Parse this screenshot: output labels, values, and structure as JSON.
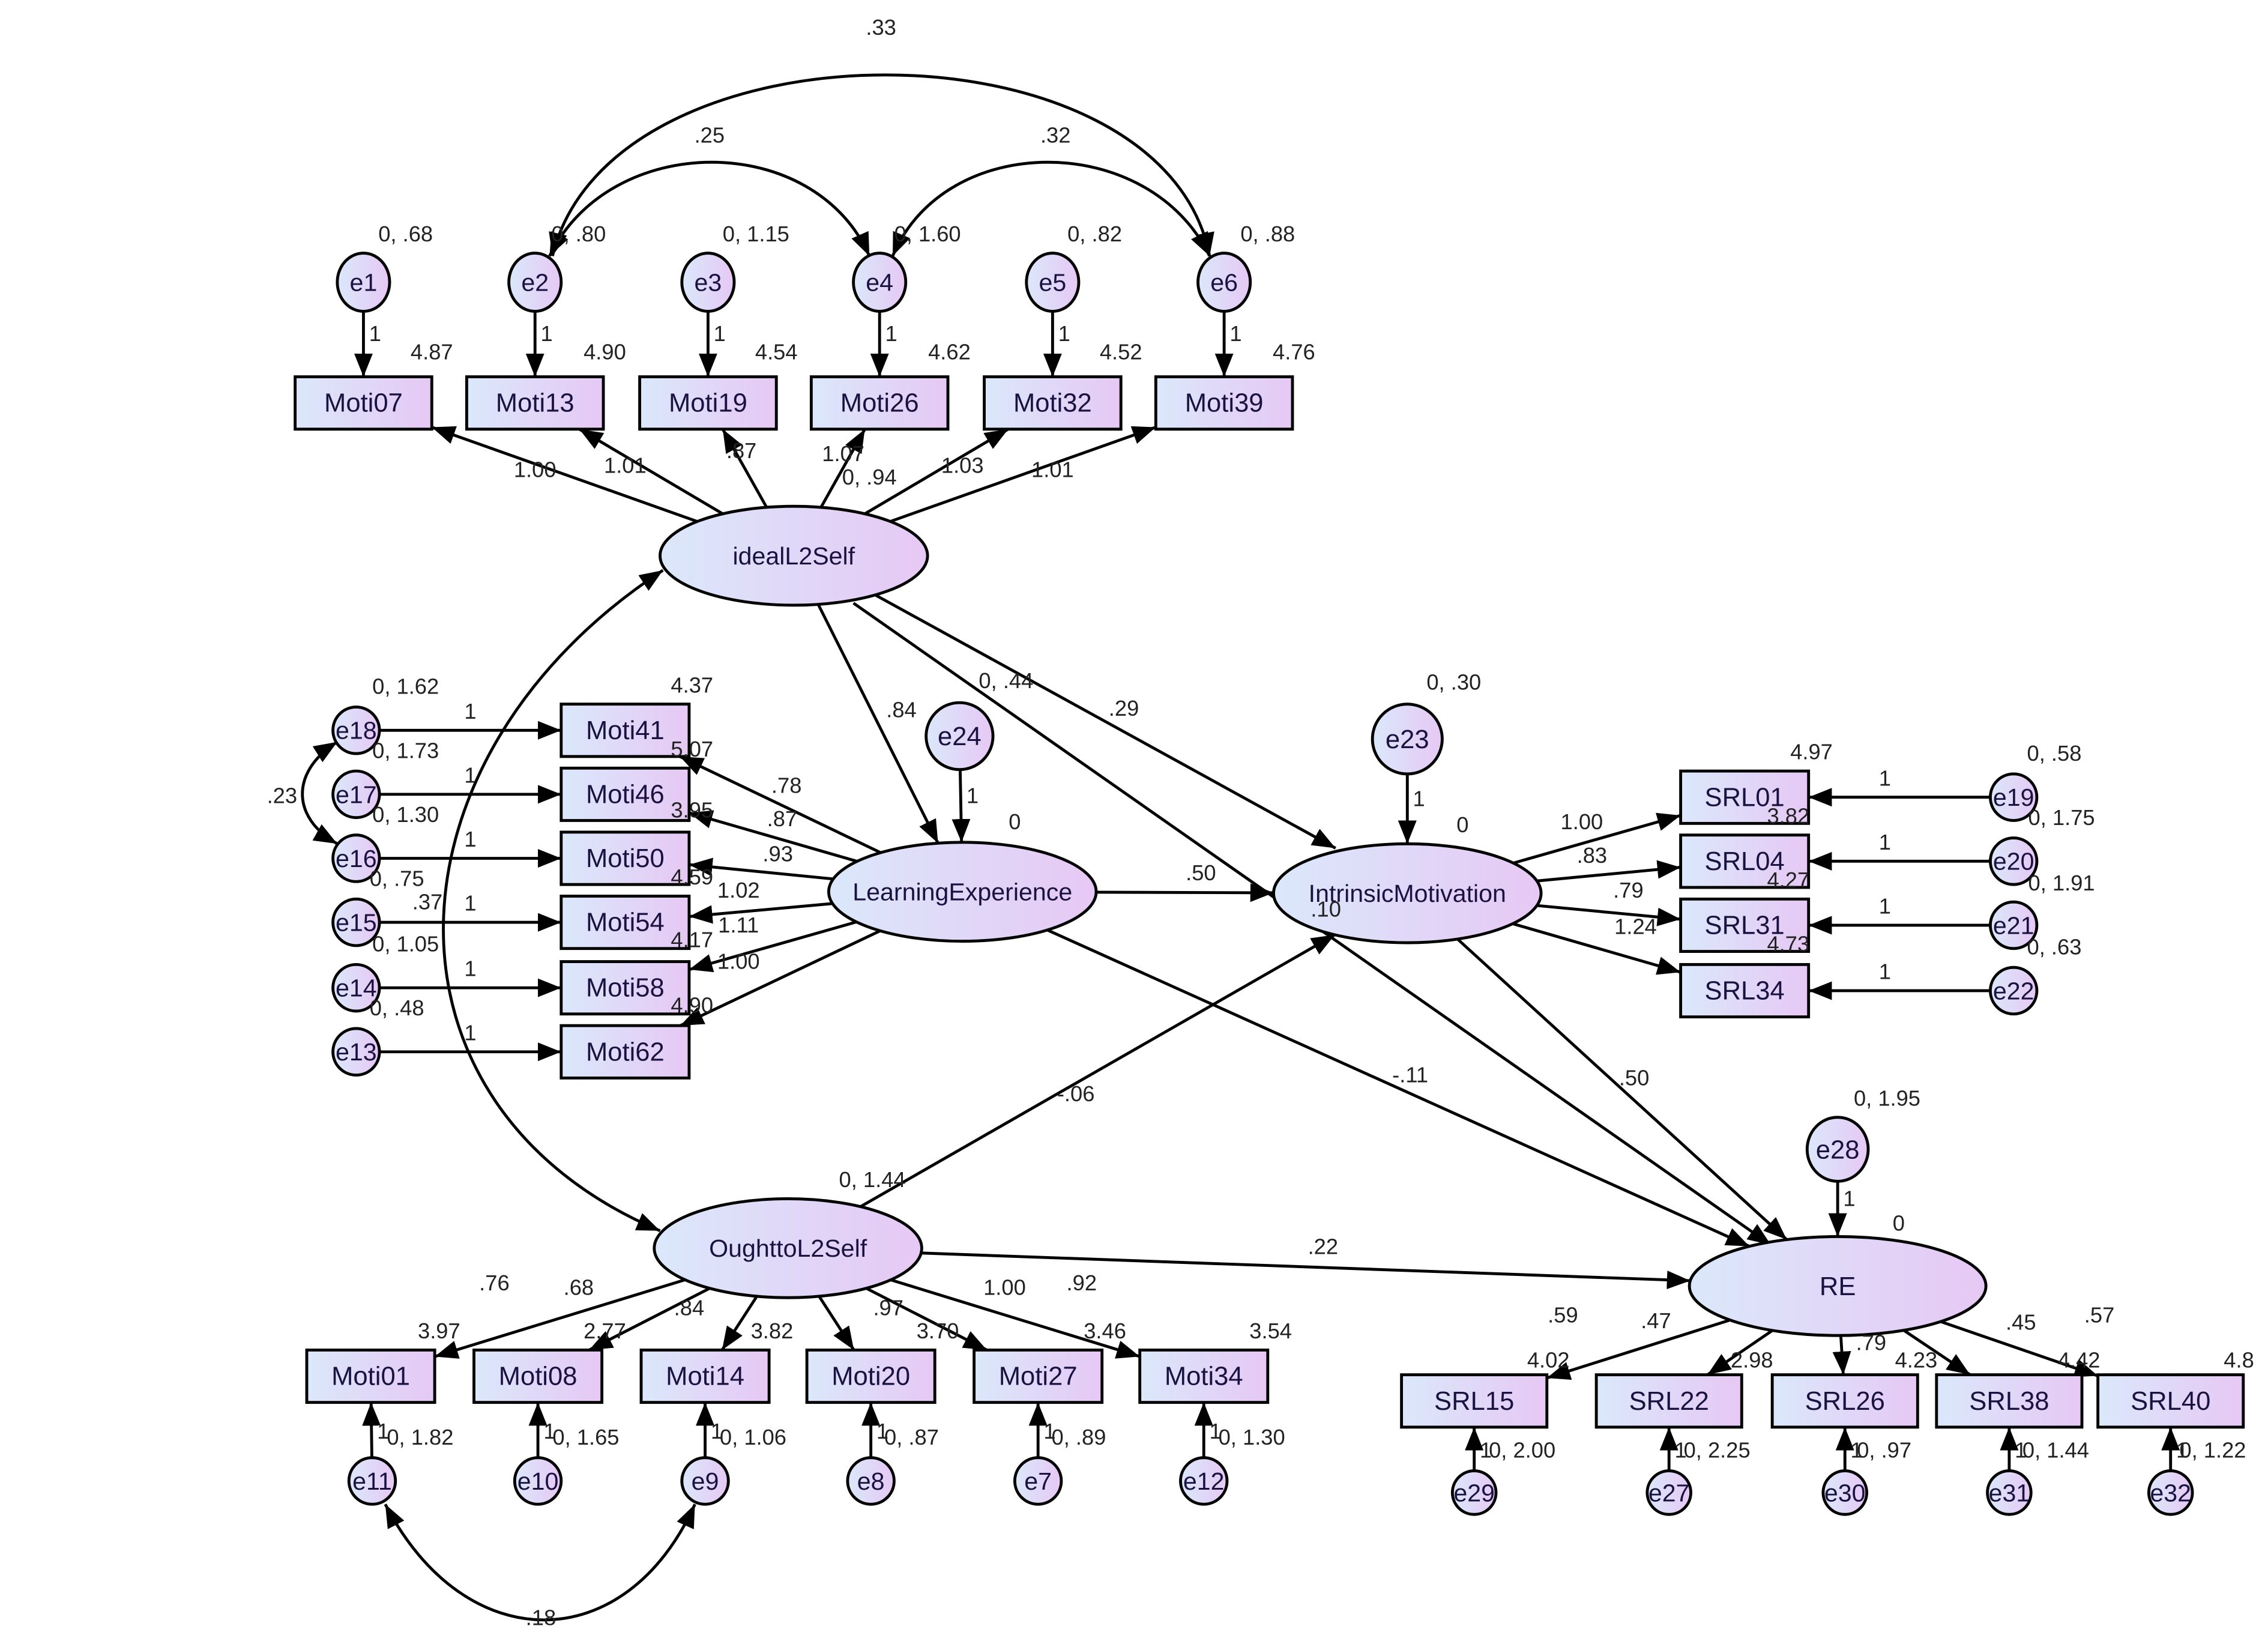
{
  "diagram": {
    "type": "structural-equation-model",
    "colors": {
      "node_fill_start": "#dbe8fb",
      "node_fill_end": "#e6c8f4",
      "stroke": "#000000",
      "text": "#1a1240"
    },
    "latents": [
      {
        "id": "ideal",
        "label": "idealL2Self",
        "annotation": "0, .94"
      },
      {
        "id": "le",
        "label": "LearningExperience",
        "annotation": "0"
      },
      {
        "id": "im",
        "label": "IntrinsicMotivation",
        "annotation": "0"
      },
      {
        "id": "ought",
        "label": "OughttoL2Self",
        "annotation": "0, 1.44"
      },
      {
        "id": "re",
        "label": "RE",
        "annotation": "0"
      }
    ],
    "observed": [
      {
        "id": "Moti07",
        "label": "Moti07",
        "intercept": "4.87"
      },
      {
        "id": "Moti13",
        "label": "Moti13",
        "intercept": "4.90"
      },
      {
        "id": "Moti19",
        "label": "Moti19",
        "intercept": "4.54"
      },
      {
        "id": "Moti26",
        "label": "Moti26",
        "intercept": "4.62"
      },
      {
        "id": "Moti32",
        "label": "Moti32",
        "intercept": "4.52"
      },
      {
        "id": "Moti39",
        "label": "Moti39",
        "intercept": "4.76"
      },
      {
        "id": "Moti41",
        "label": "Moti41",
        "intercept": "4.37"
      },
      {
        "id": "Moti46",
        "label": "Moti46",
        "intercept": "5.07"
      },
      {
        "id": "Moti50",
        "label": "Moti50",
        "intercept": "3.95"
      },
      {
        "id": "Moti54",
        "label": "Moti54",
        "intercept": "4.59"
      },
      {
        "id": "Moti58",
        "label": "Moti58",
        "intercept": "4.17"
      },
      {
        "id": "Moti62",
        "label": "Moti62",
        "intercept": "4.90"
      },
      {
        "id": "Moti01",
        "label": "Moti01",
        "intercept": "3.97"
      },
      {
        "id": "Moti08",
        "label": "Moti08",
        "intercept": "2.77"
      },
      {
        "id": "Moti14",
        "label": "Moti14",
        "intercept": "3.82"
      },
      {
        "id": "Moti20",
        "label": "Moti20",
        "intercept": "3.70"
      },
      {
        "id": "Moti27",
        "label": "Moti27",
        "intercept": "3.46"
      },
      {
        "id": "Moti34",
        "label": "Moti34",
        "intercept": "3.54"
      },
      {
        "id": "SRL01",
        "label": "SRL01",
        "intercept": "4.97"
      },
      {
        "id": "SRL04",
        "label": "SRL04",
        "intercept": "3.82"
      },
      {
        "id": "SRL31",
        "label": "SRL31",
        "intercept": "4.27"
      },
      {
        "id": "SRL34",
        "label": "SRL34",
        "intercept": "4.73"
      },
      {
        "id": "SRL15",
        "label": "SRL15",
        "intercept": "4.02"
      },
      {
        "id": "SRL22",
        "label": "SRL22",
        "intercept": "2.98"
      },
      {
        "id": "SRL26",
        "label": "SRL26",
        "intercept": "4.23"
      },
      {
        "id": "SRL38",
        "label": "SRL38",
        "intercept": "4.42"
      },
      {
        "id": "SRL40",
        "label": "SRL40",
        "intercept": "4.8"
      }
    ],
    "errors": [
      {
        "id": "e1",
        "label": "e1",
        "variance": "0, .68"
      },
      {
        "id": "e2",
        "label": "e2",
        "variance": "0, .80"
      },
      {
        "id": "e3",
        "label": "e3",
        "variance": "0, 1.15"
      },
      {
        "id": "e4",
        "label": "e4",
        "variance": "0, 1.60"
      },
      {
        "id": "e5",
        "label": "e5",
        "variance": "0, .82"
      },
      {
        "id": "e6",
        "label": "e6",
        "variance": "0, .88"
      },
      {
        "id": "e18",
        "label": "e18",
        "variance": "0, 1.62"
      },
      {
        "id": "e17",
        "label": "e17",
        "variance": "0, 1.73"
      },
      {
        "id": "e16",
        "label": "e16",
        "variance": "0, 1.30"
      },
      {
        "id": "e15",
        "label": "e15",
        "variance": "0, .75"
      },
      {
        "id": "e14",
        "label": "e14",
        "variance": "0, 1.05"
      },
      {
        "id": "e13",
        "label": "e13",
        "variance": "0, .48"
      },
      {
        "id": "e24",
        "label": "e24",
        "variance": "0, .44"
      },
      {
        "id": "e23",
        "label": "e23",
        "variance": "0, .30"
      },
      {
        "id": "e19",
        "label": "e19",
        "variance": "0, .58"
      },
      {
        "id": "e20",
        "label": "e20",
        "variance": "0, 1.75"
      },
      {
        "id": "e21",
        "label": "e21",
        "variance": "0, 1.91"
      },
      {
        "id": "e22",
        "label": "e22",
        "variance": "0, .63"
      },
      {
        "id": "e28",
        "label": "e28",
        "variance": "0, 1.95"
      },
      {
        "id": "e11",
        "label": "e11",
        "variance": "0, 1.82"
      },
      {
        "id": "e10",
        "label": "e10",
        "variance": "0, 1.65"
      },
      {
        "id": "e9",
        "label": "e9",
        "variance": "0, 1.06"
      },
      {
        "id": "e8",
        "label": "e8",
        "variance": "0, .87"
      },
      {
        "id": "e7",
        "label": "e7",
        "variance": "0, .89"
      },
      {
        "id": "e12",
        "label": "e12",
        "variance": "0, 1.30"
      },
      {
        "id": "e29",
        "label": "e29",
        "variance": "0, 2.00"
      },
      {
        "id": "e27",
        "label": "e27",
        "variance": "0, 2.25"
      },
      {
        "id": "e30",
        "label": "e30",
        "variance": "0, .97"
      },
      {
        "id": "e31",
        "label": "e31",
        "variance": "0, 1.44"
      },
      {
        "id": "e32",
        "label": "e32",
        "variance": "0, 1.22"
      }
    ],
    "paths": [
      {
        "from": "ideal",
        "to": "Moti07",
        "label": "1.00"
      },
      {
        "from": "ideal",
        "to": "Moti13",
        "label": "1.01"
      },
      {
        "from": "ideal",
        "to": "Moti19",
        "label": ".87"
      },
      {
        "from": "ideal",
        "to": "Moti26",
        "label": "1.07"
      },
      {
        "from": "ideal",
        "to": "Moti32",
        "label": "1.03"
      },
      {
        "from": "ideal",
        "to": "Moti39",
        "label": "1.01"
      },
      {
        "from": "ideal",
        "to": "le",
        "label": ".84"
      },
      {
        "from": "ideal",
        "to": "im",
        "label": ".29"
      },
      {
        "from": "ideal",
        "to": "re",
        "label": ".10"
      },
      {
        "from": "le",
        "to": "Moti41",
        "label": ".78"
      },
      {
        "from": "le",
        "to": "Moti46",
        "label": ".87"
      },
      {
        "from": "le",
        "to": "Moti50",
        "label": ".93"
      },
      {
        "from": "le",
        "to": "Moti54",
        "label": "1.02"
      },
      {
        "from": "le",
        "to": "Moti58",
        "label": "1.11"
      },
      {
        "from": "le",
        "to": "Moti62",
        "label": "1.00"
      },
      {
        "from": "le",
        "to": "im",
        "label": ".50"
      },
      {
        "from": "le",
        "to": "re",
        "label": "-.11"
      },
      {
        "from": "ought",
        "to": "im",
        "label": "-.06"
      },
      {
        "from": "ought",
        "to": "re",
        "label": ".22"
      },
      {
        "from": "ought",
        "to": "Moti01",
        "label": ".76"
      },
      {
        "from": "ought",
        "to": "Moti08",
        "label": ".68"
      },
      {
        "from": "ought",
        "to": "Moti14",
        "label": ".84"
      },
      {
        "from": "ought",
        "to": "Moti20",
        "label": ".97"
      },
      {
        "from": "ought",
        "to": "Moti27",
        "label": "1.00"
      },
      {
        "from": "ought",
        "to": "Moti34",
        "label": ".92"
      },
      {
        "from": "im",
        "to": "SRL01",
        "label": "1.00"
      },
      {
        "from": "im",
        "to": "SRL04",
        "label": ".83"
      },
      {
        "from": "im",
        "to": "SRL31",
        "label": ".79"
      },
      {
        "from": "im",
        "to": "SRL34",
        "label": "1.24"
      },
      {
        "from": "im",
        "to": "re",
        "label": ".50"
      },
      {
        "from": "re",
        "to": "SRL15",
        "label": ".59"
      },
      {
        "from": "re",
        "to": "SRL22",
        "label": ".47"
      },
      {
        "from": "re",
        "to": "SRL26",
        "label": ".79"
      },
      {
        "from": "re",
        "to": "SRL38",
        "label": ".45"
      },
      {
        "from": "re",
        "to": "SRL40",
        "label": ".57"
      }
    ],
    "error_path_label": "1",
    "covariances": [
      {
        "a": "e2",
        "b": "e6",
        "label": ".33"
      },
      {
        "a": "e2",
        "b": "e4",
        "label": ".25"
      },
      {
        "a": "e4",
        "b": "e6",
        "label": ".32"
      },
      {
        "a": "e18",
        "b": "e16",
        "label": ".23"
      },
      {
        "a": "e15",
        "b": "ought",
        "label": ".37"
      },
      {
        "a": "e11",
        "b": "e9",
        "label": ".18"
      },
      {
        "a": "ideal",
        "b": "ought",
        "label": ""
      }
    ]
  }
}
